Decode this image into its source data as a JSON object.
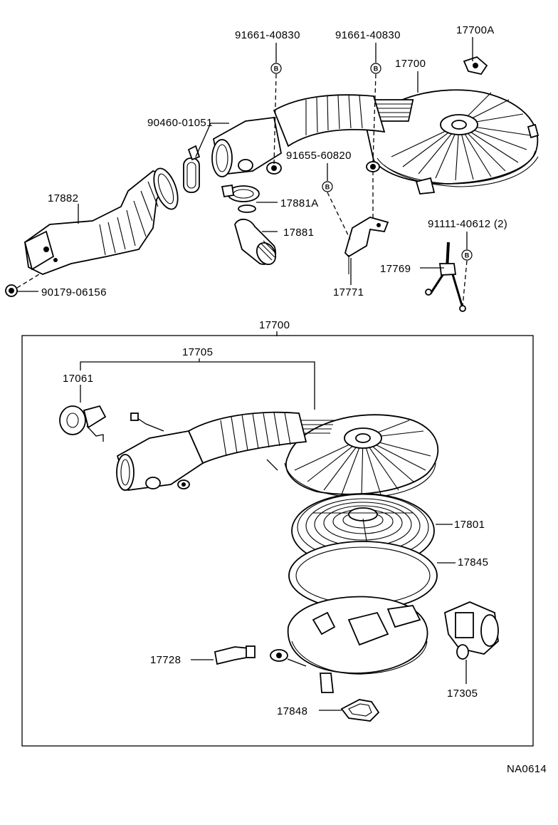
{
  "top_labels": {
    "bolt_left": "91661-40830",
    "bolt_right": "91661-40830",
    "clip": "17700A",
    "cleaner_assy": "17700",
    "clamp_hose": "90460-01051",
    "bolt_bracket": "91655-60820",
    "hose_inlet": "17882",
    "clamp_small": "17881A",
    "hose_small": "17881",
    "stud_bolt": "91111-40612 (2)",
    "bracket_stay": "17769",
    "bracket": "17771",
    "clip_bottom": "90179-06156"
  },
  "bmark_letter": "B",
  "box": {
    "title": "17700",
    "cap_sub": "17705",
    "valve": "17061",
    "element": "17801",
    "gasket": "17845",
    "sensor": "17728",
    "meter": "17305",
    "seal": "17848"
  },
  "code": "NA0614"
}
